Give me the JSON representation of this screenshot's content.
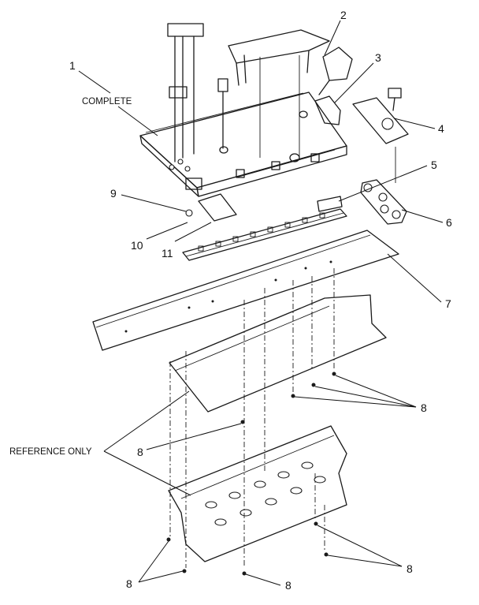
{
  "callouts": {
    "c1": "1",
    "c2": "2",
    "c3": "3",
    "c4": "4",
    "c5": "5",
    "c6": "6",
    "c7": "7",
    "c9": "9",
    "c10": "10",
    "c11": "11",
    "c8a": "8",
    "c8b": "8",
    "c8c": "8",
    "c8d": "8",
    "c8e": "8"
  },
  "labels": {
    "complete": "COMPLETE",
    "reference_only": "REFERENCE ONLY"
  }
}
